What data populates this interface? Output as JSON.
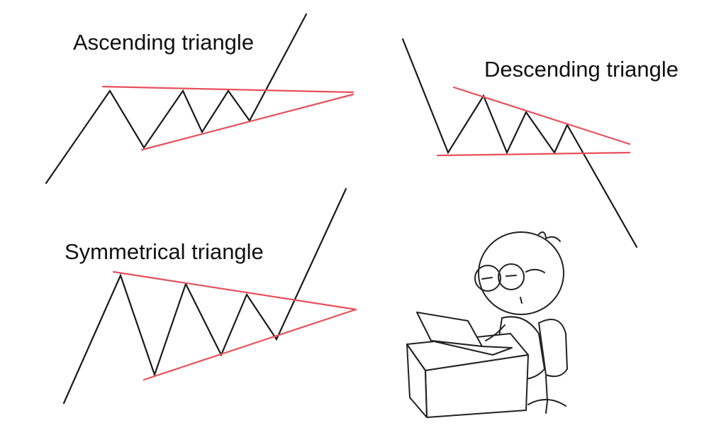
{
  "labels": {
    "ascending": "Ascending triangle",
    "descending": "Descending triangle",
    "symmetrical": "Symmetrical triangle"
  },
  "colors": {
    "price_line": "#1a1a1a",
    "trend_line": "#e8505b",
    "background": "#ffffff"
  },
  "illustration": {
    "subject": "cartoon-person-with-glasses-at-laptop"
  }
}
